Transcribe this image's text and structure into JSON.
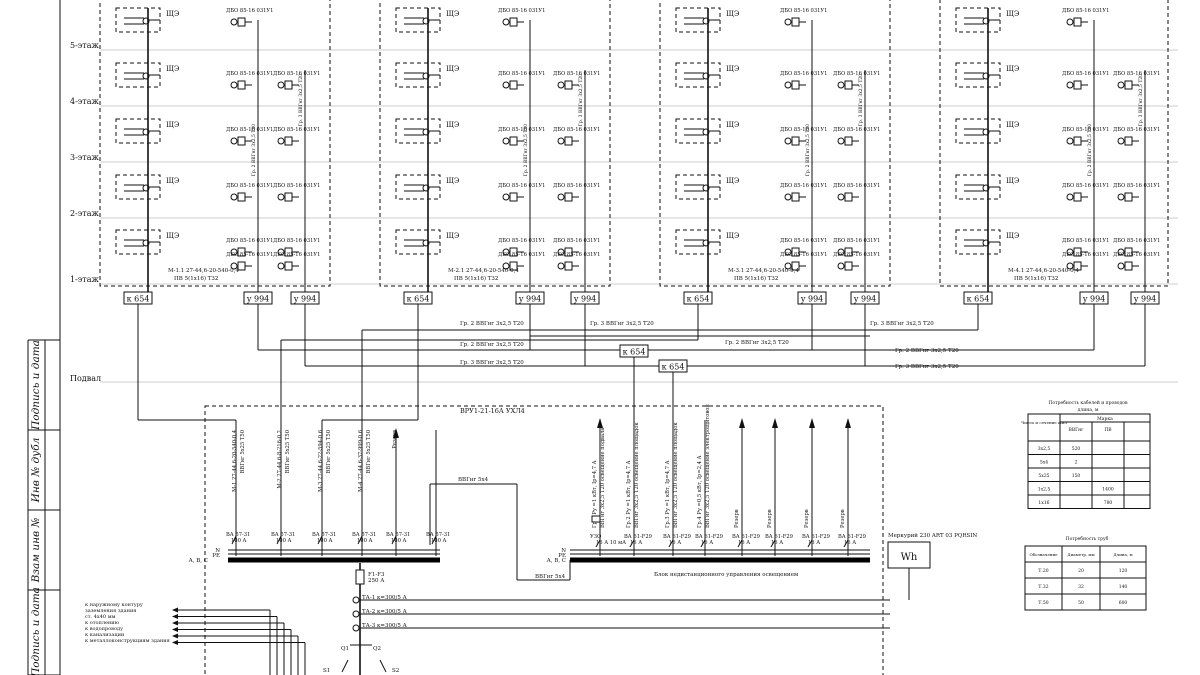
{
  "floors": [
    "5-этаж",
    "4-этаж",
    "3-этаж",
    "2-этаж",
    "1-этаж"
  ],
  "basement": "Подвал",
  "panel_label": "ЩЭ",
  "lamp_label": "ДБО 85-16 031У1",
  "sections": [
    {
      "meter_text": "М-1.1 27-44,6-20-540-0,4",
      "meter_cable": "ПВ 5(1x16) Т32"
    },
    {
      "meter_text": "М-2.1 27-44,6-20-540-0,4",
      "meter_cable": "ПВ 5(1x16) Т32"
    },
    {
      "meter_text": "М-3.1 27-44,6-20-540-0,4",
      "meter_cable": "ПВ 5(1x16) Т32"
    },
    {
      "meter_text": "М-4.1 27-44,6-20-540-0,4",
      "meter_cable": "ПВ 5(1x16) Т32"
    }
  ],
  "junction_k": "к 654",
  "junction_y": "у 994",
  "group_cables": {
    "gr2": "Гр. 2 ВВГнг 3х2,5 Т20",
    "gr3": "Гр. 3 ВВГнг 3х2,5 Т20"
  },
  "vru": {
    "title": "ВРУ1-21-16А УХЛ4",
    "bus_labels": [
      "N",
      "PE",
      "A, B, C"
    ],
    "bus_labels_right": [
      "N",
      "PE",
      "A, B, C"
    ],
    "feeders_left": [
      {
        "cable": "М-1 27-44,6-20-540-0,4",
        "sub": "ВВГнг 5х25 Т50",
        "breaker": "ВА 57-31",
        "rating": "100 А"
      },
      {
        "cable": "М-2 27-44,6-8-216-0,2",
        "sub": "ВВГнг 5х25 Т50",
        "breaker": "ВА 57-31",
        "rating": "100 А"
      },
      {
        "cable": "М-3 27-44,6-22-594-0,6",
        "sub": "ВВГнг 5х25 Т50",
        "breaker": "ВА 57-31",
        "rating": "100 А"
      },
      {
        "cable": "М-4 27-44,6-37-999-0,6",
        "sub": "ВВГнг 5х25 Т50",
        "breaker": "ВА 57-31",
        "rating": "100 А"
      },
      {
        "cable": "Резерв",
        "sub": "",
        "breaker": "ВА 57-31",
        "rating": "100 А"
      },
      {
        "cable": "",
        "sub": "",
        "breaker": "ВА 57-31",
        "rating": "100 А"
      }
    ],
    "feeders_right": [
      {
        "cable": "Гр.1 Ру =1 кВт, Iр=4,7 А",
        "sub": "ВВГнг 3х2,5 Т20 освещение подвала",
        "breaker": "УЗО",
        "rating": "16 А  10 мА"
      },
      {
        "cable": "Гр.2 Ру =1 кВт, Iр=4,7 А",
        "sub": "ВВГнг 3х2,5 Т20 освещение площадок",
        "breaker": "ВА 61-F29",
        "rating": "16 А"
      },
      {
        "cable": "Гр.3 Ру =1 кВт, Iр=4,7 А",
        "sub": "ВВГнг 3х2,5 Т20 освещение площадок",
        "breaker": "ВА 61-F29",
        "rating": "16 А"
      },
      {
        "cable": "Гр.4 Ру =0,5 кВт, Iр=2,4 А",
        "sub": "ВВГнг 3х2,5 Т20 освещение электрощитовой",
        "breaker": "ВА 61-F29",
        "rating": "16 А"
      },
      {
        "cable": "Резерв",
        "sub": "",
        "breaker": "ВА 61-F29",
        "rating": "16 А"
      },
      {
        "cable": "Резерв",
        "sub": "",
        "breaker": "ВА 61-F29",
        "rating": "16 А"
      },
      {
        "cable": "Резерв",
        "sub": "",
        "breaker": "ВА 61-F29",
        "rating": "16 А"
      },
      {
        "cable": "Резерв",
        "sub": "",
        "breaker": "ВА 61-F29",
        "rating": "16 А"
      }
    ],
    "link_cable": "ВВГнг 5х4",
    "link_cable_bottom": "ВВГнг 5х4",
    "control_block": "Блок недистанционного управления освещением",
    "fuse": "F1-F3",
    "fuse_rating": "250 А",
    "ct": [
      "ТА-1 к=300/5 А",
      "ТА-2 к=300/5 А",
      "ТА-3 к=300/5 А"
    ],
    "switches": [
      "Q1",
      "Q2",
      "S1",
      "S2"
    ],
    "meter_model": "Меркурий 230 ART 03 PQRSIN",
    "meter_symbol": "Wh"
  },
  "grounding": [
    "к наружному контуру",
    "заземления здания",
    "ст. 4х40 мм",
    "к отоплению",
    "к водопроводу",
    "к канализации",
    "к металлоконструкциям здания"
  ],
  "stamp": [
    "Подпись и дата",
    "Инв № дубл",
    "Взам инв №",
    "Подпись и дата"
  ],
  "cable_table": {
    "title": "Потребность кабелей и проводов",
    "subtitle": "длина, м",
    "head1": "Число и сечение жил",
    "head2": "Марка",
    "cols": [
      "ВВГнг",
      "ПВ"
    ],
    "rows": [
      {
        "k": "3х2,5",
        "a": "520",
        "b": ""
      },
      {
        "k": "5х4",
        "a": "2",
        "b": ""
      },
      {
        "k": "5х25",
        "a": "150",
        "b": ""
      },
      {
        "k": "1х2,5",
        "a": "",
        "b": "1400"
      },
      {
        "k": "1х16",
        "a": "",
        "b": "780"
      }
    ]
  },
  "pipe_table": {
    "title": "Потребность труб",
    "cols": [
      "Обозначение",
      "Диаметр, мм",
      "Длина, м"
    ],
    "rows": [
      {
        "a": "Т.20",
        "b": "20",
        "c": "120"
      },
      {
        "a": "Т.32",
        "b": "32",
        "c": "140"
      },
      {
        "a": "Т.50",
        "b": "50",
        "c": "600"
      }
    ]
  }
}
